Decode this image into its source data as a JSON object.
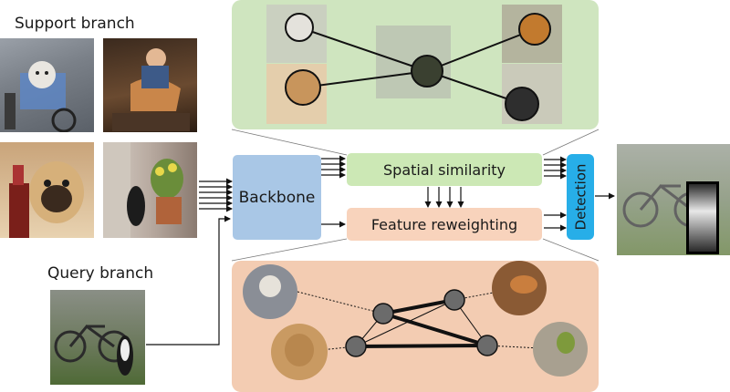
{
  "labels": {
    "support_branch": "Support branch",
    "query_branch": "Query branch",
    "backbone": "Backbone",
    "spatial_similarity": "Spatial similarity",
    "feature_reweighting": "Feature reweighting",
    "detection": "Detection"
  },
  "images": {
    "support": [
      "dog-in-bike-basket",
      "woman-holding-dog",
      "pug-with-bottle",
      "dog-with-flower-pot"
    ],
    "query": "dog-next-to-bicycle",
    "output": "detected-dog-next-to-bicycle"
  },
  "colors": {
    "green_panel": "#cfe5bf",
    "green_box": "#cce8b5",
    "orange_panel": "#f3ccb2",
    "orange_box": "#f8d3bc",
    "backbone": "#a9c7e6",
    "detection": "#27aee8",
    "node": "#6b6b6b"
  }
}
